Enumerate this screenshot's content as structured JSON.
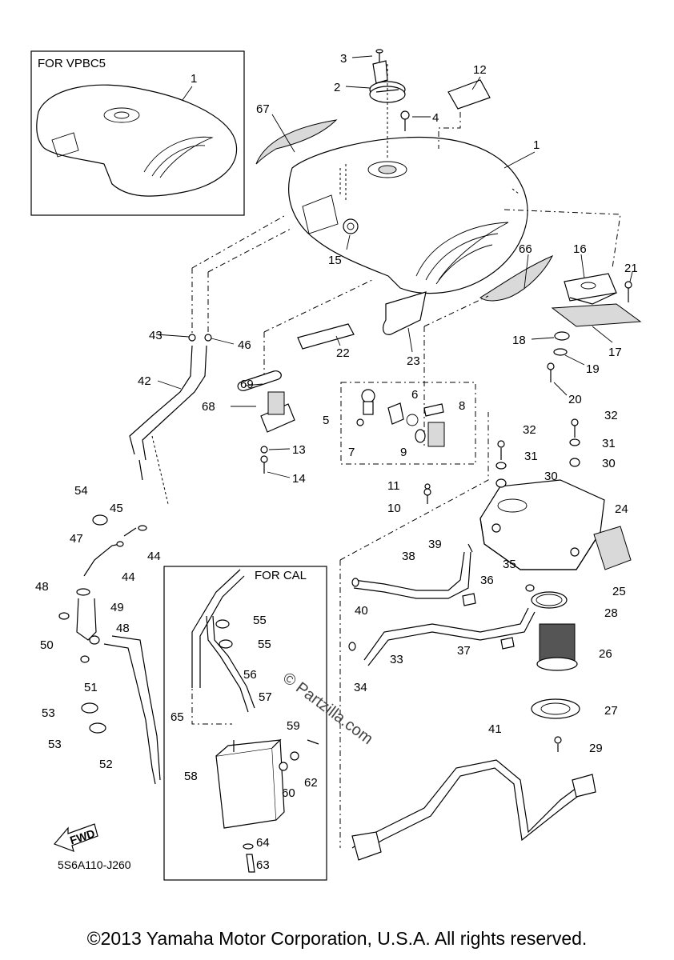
{
  "boxes": {
    "vpbc5_label": "FOR VPBC5",
    "cal_label": "FOR CAL"
  },
  "diagram_code": "5S6A110-J260",
  "fwd_label": "FWD",
  "watermark": "© Partzilla.com",
  "copyright": "©2013 Yamaha Motor Corporation, U.S.A. All rights reserved.",
  "callouts": [
    "1",
    "1",
    "2",
    "3",
    "4",
    "5",
    "6",
    "7",
    "8",
    "9",
    "10",
    "11",
    "12",
    "13",
    "14",
    "15",
    "16",
    "17",
    "18",
    "19",
    "20",
    "21",
    "22",
    "23",
    "24",
    "25",
    "26",
    "27",
    "28",
    "29",
    "30",
    "30",
    "31",
    "31",
    "32",
    "32",
    "33",
    "34",
    "35",
    "36",
    "37",
    "38",
    "39",
    "40",
    "41",
    "42",
    "43",
    "44",
    "44",
    "45",
    "46",
    "47",
    "48",
    "48",
    "49",
    "50",
    "51",
    "52",
    "53",
    "53",
    "54",
    "55",
    "55",
    "56",
    "57",
    "58",
    "59",
    "60",
    "62",
    "63",
    "64",
    "65",
    "66",
    "67",
    "68",
    "69"
  ]
}
